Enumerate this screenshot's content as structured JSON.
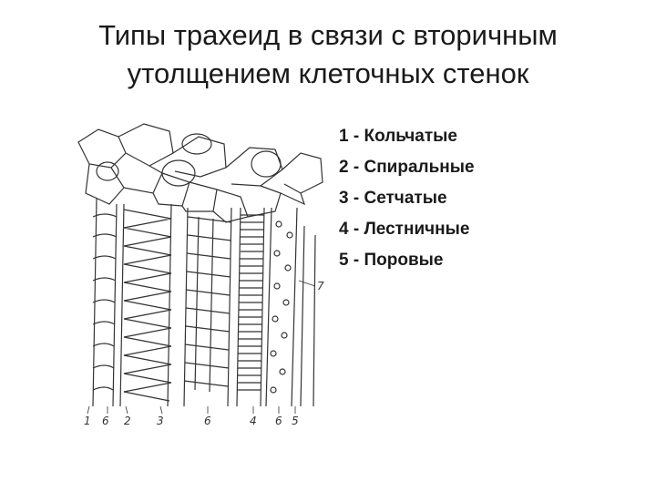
{
  "slide": {
    "title_line1": "Типы трахеид в связи с вторичным",
    "title_line2": "утолщением клеточных стенок"
  },
  "legend": [
    {
      "num": "1",
      "text": "Кольчатые"
    },
    {
      "num": "2",
      "text": "Спиральные"
    },
    {
      "num": "3",
      "text": "Сетчатые"
    },
    {
      "num": "4",
      "text": "Лестничные"
    },
    {
      "num": "5",
      "text": "Поровые"
    }
  ],
  "figure": {
    "bottom_labels": [
      "1",
      "6",
      "2",
      "3",
      "6",
      "4",
      "6",
      "5"
    ],
    "side_label": "7"
  }
}
